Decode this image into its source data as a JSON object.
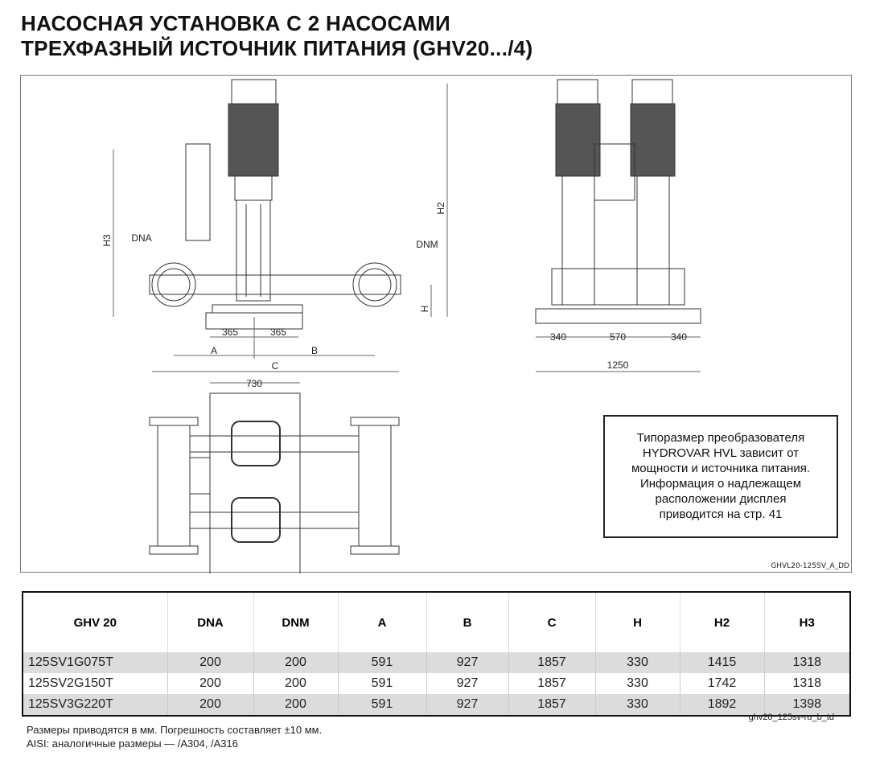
{
  "title": {
    "line1": "НАСОСНАЯ УСТАНОВКА С 2 НАСОСАМИ",
    "line2": "ТРЕХФАЗНЫЙ ИСТОЧНИК ПИТАНИЯ (GHV20.../4)"
  },
  "drawing": {
    "labels": {
      "dna": "DNA",
      "dnm": "DNM",
      "d365a": "365",
      "d365b": "365",
      "a": "A",
      "b": "B",
      "c": "C",
      "h": "H",
      "h2": "H2",
      "h3": "H3",
      "d340a": "340",
      "d570": "570",
      "d340b": "340",
      "d1250": "1250",
      "d730": "730"
    },
    "code": "GHVL20-125SV_A_DD",
    "note": [
      "Типоразмер преобразователя",
      "HYDROVAR HVL зависит от",
      "мощности и источника питания.",
      "Информация о надлежащем",
      "расположении дисплея",
      "приводится на стр. 41"
    ]
  },
  "table": {
    "headers": [
      "GHV 20",
      "DNA",
      "DNM",
      "A",
      "B",
      "C",
      "H",
      "H2",
      "H3"
    ],
    "rows": [
      [
        "125SV1G075T",
        "200",
        "200",
        "591",
        "927",
        "1857",
        "330",
        "1415",
        "1318"
      ],
      [
        "125SV2G150T",
        "200",
        "200",
        "591",
        "927",
        "1857",
        "330",
        "1742",
        "1318"
      ],
      [
        "125SV3G220T",
        "200",
        "200",
        "591",
        "927",
        "1857",
        "330",
        "1892",
        "1398"
      ]
    ],
    "code": "ghv20_125sv-ru_b_td"
  },
  "footnotes": [
    "Размеры приводятся в мм. Погрешность составляет ±10 мм.",
    "AISI: аналогичные размеры — /A304, /A316"
  ]
}
